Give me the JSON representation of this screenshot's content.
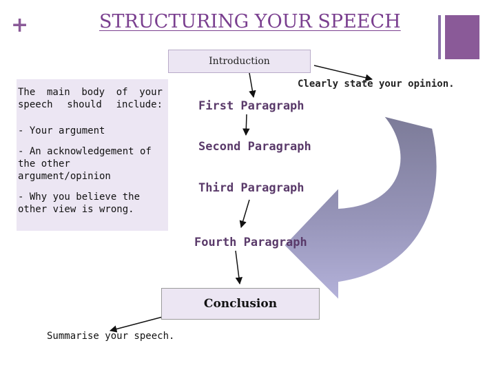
{
  "header": {
    "plus": "+",
    "title": "STRUCTURING YOUR SPEECH"
  },
  "intro": {
    "label": "Introduction",
    "note": "Clearly state your opinion."
  },
  "main_body": {
    "intro_line": "The main body of your speech should include:",
    "items": [
      "- Your argument",
      "- An acknowledgement of the other argument/opinion",
      "- Why you believe the other view is wrong."
    ]
  },
  "paragraphs": [
    "First Paragraph",
    "Second Paragraph",
    "Third Paragraph",
    "Fourth Paragraph"
  ],
  "conclusion": {
    "label": "Conclusion",
    "note": "Summarise your speech."
  },
  "colors": {
    "accent_purple": "#8a5a98",
    "box_fill": "#ece6f3",
    "arrow_dark": "#807f9e",
    "arrow_light": "#b0aed6"
  }
}
